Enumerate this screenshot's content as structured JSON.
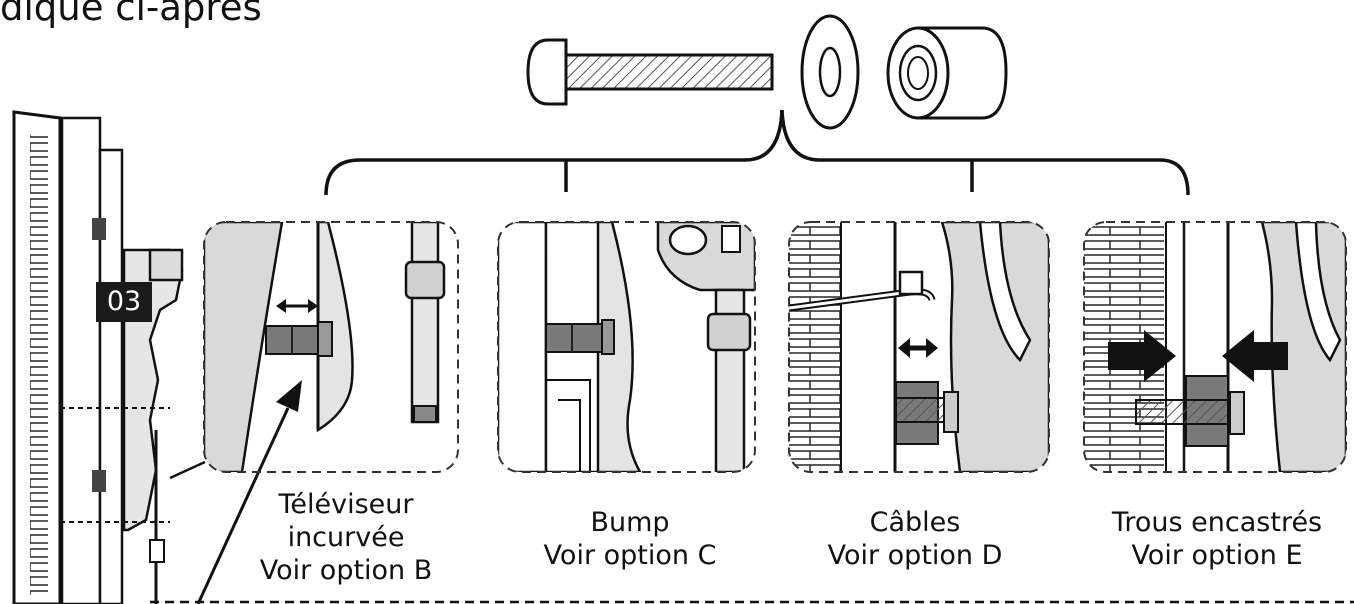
{
  "heading": "dique ci-après",
  "step_badge": "03",
  "options": [
    {
      "lines": [
        "Téléviseur",
        "incurvée",
        "Voir option B"
      ]
    },
    {
      "lines": [
        "Bump",
        "Voir option C"
      ]
    },
    {
      "lines": [
        "Câbles",
        "Voir option D"
      ]
    },
    {
      "lines": [
        "Trous encastrés",
        "Voir option E"
      ]
    }
  ],
  "colors": {
    "ink": "#111111",
    "panel_fill": "#d9d9d9",
    "background": "#ffffff"
  },
  "icons": [
    "screw-icon",
    "washer-icon",
    "spacer-icon",
    "double-arrow-icon",
    "arrow-icon"
  ]
}
